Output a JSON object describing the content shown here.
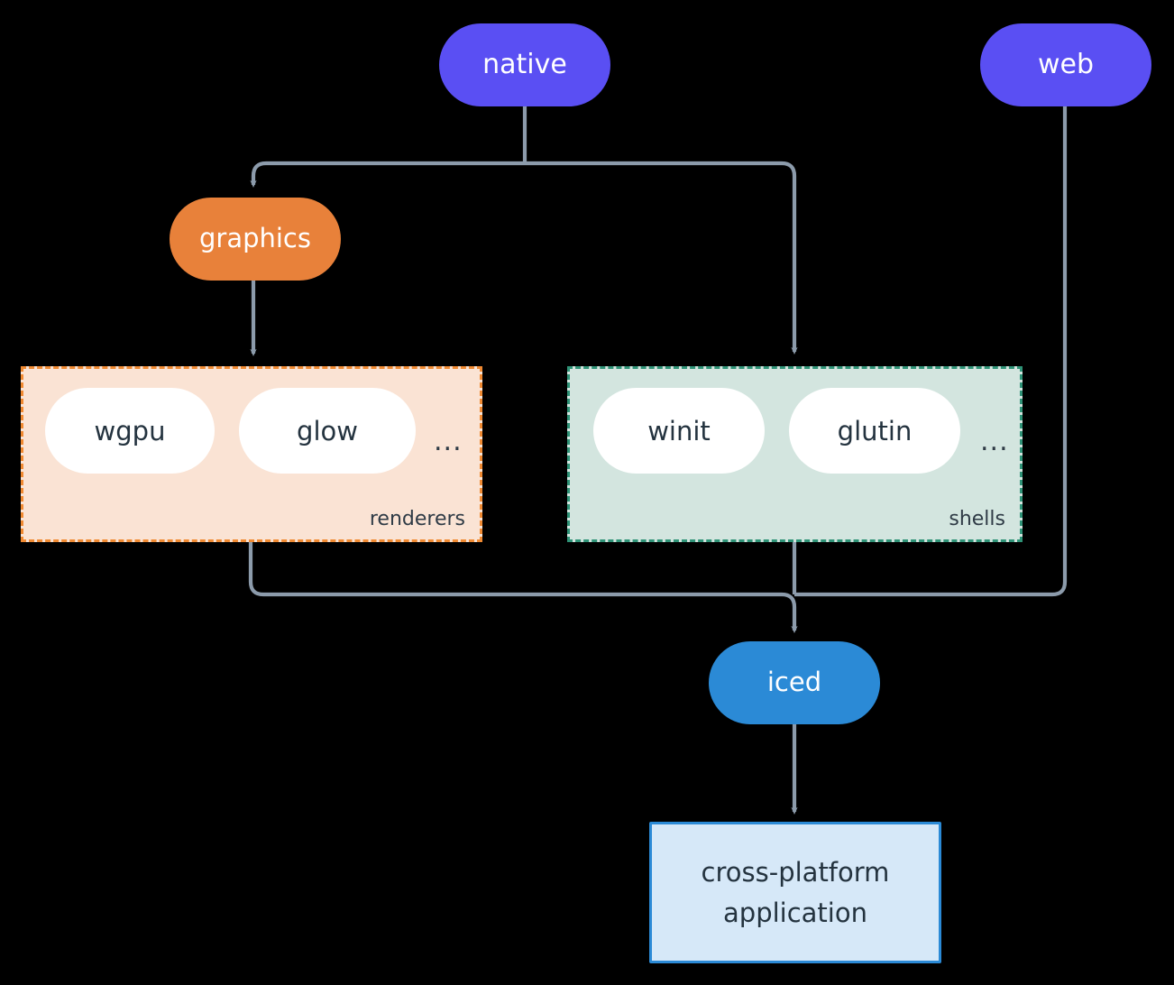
{
  "diagram": {
    "type": "flow-architecture",
    "background_color": "#000000",
    "edge_color": "#8c9bab",
    "nodes": {
      "native": {
        "label": "native",
        "shape": "pill",
        "fill": "#5a4ff3",
        "text_color": "#ffffff"
      },
      "web": {
        "label": "web",
        "shape": "pill",
        "fill": "#5a4ff3",
        "text_color": "#ffffff"
      },
      "graphics": {
        "label": "graphics",
        "shape": "pill",
        "fill": "#e8813a",
        "text_color": "#ffffff"
      },
      "iced": {
        "label": "iced",
        "shape": "pill",
        "fill": "#2b8ad6",
        "text_color": "#ffffff"
      },
      "application": {
        "line1": "cross-platform",
        "line2": "application",
        "shape": "rectangle",
        "fill": "#d6e8f8",
        "border": "#2b8ad6",
        "text_color": "#24333f"
      }
    },
    "groups": [
      {
        "id": "renderers",
        "label": "renderers",
        "fill": "#fae3d4",
        "border": "#f08a32",
        "border_style": "dashed",
        "members": [
          "wgpu",
          "glow"
        ],
        "overflow": "..."
      },
      {
        "id": "shells",
        "label": "shells",
        "fill": "#d3e5df",
        "border": "#2f9377",
        "border_style": "dashed",
        "members": [
          "winit",
          "glutin"
        ],
        "overflow": "..."
      }
    ],
    "edges": [
      {
        "from": "native",
        "to": "graphics",
        "style": "orthogonal",
        "arrow": true
      },
      {
        "from": "native",
        "to": "shells",
        "style": "orthogonal",
        "arrow": true
      },
      {
        "from": "graphics",
        "to": "renderers",
        "style": "straight",
        "arrow": true
      },
      {
        "from": "renderers",
        "to": "iced",
        "style": "orthogonal",
        "arrow": true
      },
      {
        "from": "shells",
        "to": "iced",
        "style": "straight",
        "arrow": true
      },
      {
        "from": "web",
        "to": "iced",
        "style": "orthogonal",
        "arrow": true
      },
      {
        "from": "iced",
        "to": "application",
        "style": "straight",
        "arrow": true
      }
    ]
  }
}
